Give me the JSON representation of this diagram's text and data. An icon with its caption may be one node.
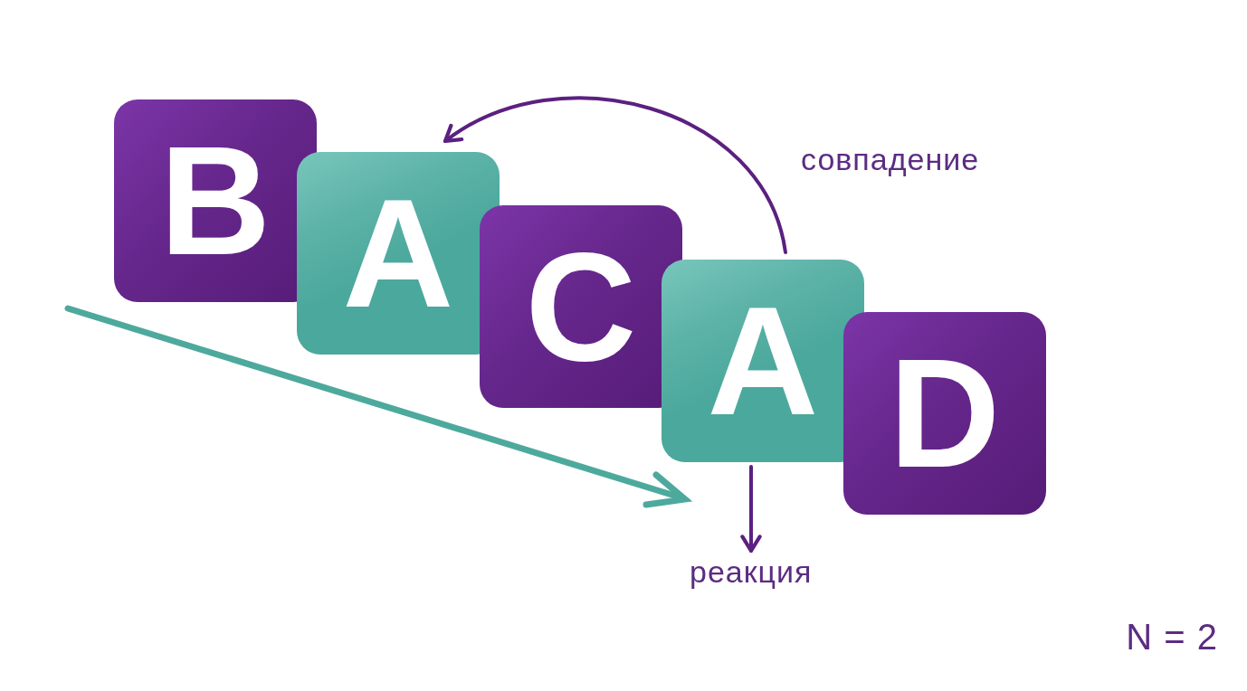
{
  "diagram": {
    "nodes": [
      {
        "text": [
          "B"
        ]
      },
      {
        "text": [
          "A"
        ]
      },
      {
        "text": [
          "C"
        ]
      },
      {
        "text": [
          "A"
        ]
      },
      {
        "text": [
          "D"
        ]
      },
      {
        "text": [
          "реакция"
        ]
      }
    ],
    "edges": [
      {
        "from": 3,
        "to": 1,
        "arrow": "to",
        "label": "совпадение"
      },
      {
        "from": 3,
        "to": 5,
        "arrow": "to"
      }
    ],
    "labels": [
      "N = 2"
    ]
  }
}
